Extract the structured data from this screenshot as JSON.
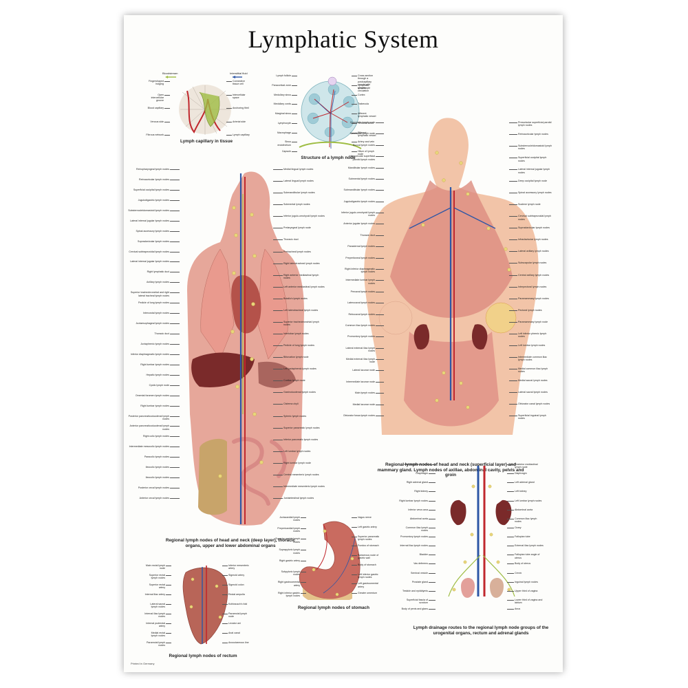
{
  "poster": {
    "title": "Lymphatic System",
    "printed": "Printed in Germany"
  },
  "colors": {
    "vein": "#2d56a6",
    "artery": "#c0272d",
    "lymph": "#9fbd44",
    "node": "#e8d67a",
    "muscle": "#d9837a",
    "skin": "#f2c4a8",
    "organ": "#7a2a2a"
  },
  "capillary": {
    "caption": "Lymph capillary in tissue",
    "legend_blood": "Bloodstream",
    "legend_tissue": "Interstitial fluid",
    "left": [
      "Fingershaped bulging",
      "Open intercellular groove",
      "Blood capillary",
      "Venous side",
      "Fibrous network"
    ],
    "right": [
      "Connective tissue cell",
      "Intercellular space",
      "Anchoring fibril",
      "Arterial side",
      "Lymph capillary"
    ]
  },
  "node_structure": {
    "caption": "Structure of a lymph node",
    "left": [
      "Lymph follicle",
      "Paracortical zone",
      "Medullary sinus",
      "Medullary cords",
      "Marginal sinus",
      "Lymphocyte",
      "Macrophage",
      "Sinus endothelium",
      "Capsule"
    ],
    "right": [
      "Cross-section through a postcapillary venule with lymphocyte circulation",
      "Lymphatic vessels",
      "Cortex",
      "Trabecula",
      "Afferent lymphatic vessel",
      "Terminal sinus",
      "Efferent lymphatic vessel",
      "Artery and vein",
      "Hilum of lymph node"
    ]
  },
  "deep": {
    "caption": "Regional lymph nodes of head and neck (deep layer), thoracic organs, upper and lower abdominal organs",
    "left": [
      "Retropharyngeal lymph nodes",
      "Retroauricular lymph nodes",
      "Superficial occipital lymph nodes",
      "Jugulodigastric lymph nodes",
      "Substernocleidomastoid lymph nodes",
      "Lateral internal jugular lymph nodes",
      "Spinal accessory lymph nodes",
      "Supraclavicular lymph nodes",
      "Cervical subtrapezoidal lymph nodes",
      "Lateral internal jugular lymph nodes",
      "Right lymphatic duct",
      "Axillary lymph nodes",
      "Superior tracheobronchial and right lateral tracheal lymph nodes",
      "Pedicle of lung lymph nodes",
      "Intercostal lymph nodes",
      "Juxtaesophageal lymph nodes",
      "Thoracic duct",
      "Juxtaphrenic lymph nodes",
      "Inferior diaphragmatic lymph nodes",
      "Right lumbar lymph nodes",
      "Hepatic lymph nodes",
      "Cystic lymph node",
      "Omental foramen lymph nodes",
      "Right lumbar lymph nodes",
      "Posterior pancreaticoduodenal lymph nodes",
      "Anterior pancreaticoduodenal lymph nodes",
      "Right colic lymph nodes",
      "Intermediate mesocolic lymph nodes",
      "Paracolic lymph nodes",
      "Ileocolic lymph nodes",
      "Ileocolic lymph nodes",
      "Posterior cecal lymph nodes",
      "Anterior cecal lymph nodes"
    ],
    "right": [
      "Medial lingual lymph nodes",
      "Lateral lingual lymph nodes",
      "Submandibular lymph nodes",
      "Submental lymph nodes",
      "Inferior jugulo-omohyoid lymph nodes",
      "Prelaryngeal lymph node",
      "Thoracic duct",
      "Pretracheal lymph nodes",
      "Right laterotracheal lymph nodes",
      "Right anterior mediastinal lymph nodes",
      "Left anterior mediastinal lymph nodes",
      "Botallo's lymph nodes",
      "Left laterotracheal lymph nodes",
      "Superior tracheobronchial lymph nodes",
      "Interlobar lymph nodes",
      "Pedicle of lung lymph nodes",
      "Bifurcation lymph node",
      "Left juxtaphrenic lymph nodes",
      "Coeliac lymph node",
      "Gastroduodenal lymph nodes",
      "Cisterna chyli",
      "Splenic lymph nodes",
      "Superior pancreatic lymph nodes",
      "Inferior pancreatic lymph nodes",
      "Left lumbar lymph nodes",
      "Right lumbar lymph node",
      "Central mesenteric lymph nodes",
      "Intermediate mesenteric lymph nodes",
      "Juxtaintestinal lymph nodes"
    ]
  },
  "superficial": {
    "caption": "Regional lymph nodes of head and neck (superficial layer) and mammary gland. Lymph nodes of axillae, abdominal cavity, pelvis and groin",
    "left": [
      "Zygomatic lymph node",
      "Nasolabial lymph node",
      "Buccal lymph nodes",
      "Infraauricular superficial parotid lymph nodes",
      "Mandibular lymph nodes",
      "Submental lymph nodes",
      "Submandibular lymph nodes",
      "Jugulodigastric lymph nodes",
      "Inferior jugulo-omohyoid lymph nodes",
      "Anterior jugular lymph nodes",
      "Thoracic duct",
      "Parasternal lymph nodes",
      "Preperitoneal lymph nodes",
      "Right inferior diaphragmatic lymph nodes",
      "Intermediate lumbar lymph nodes",
      "Precaval lymph nodes",
      "Laterocaval lymph nodes",
      "Retrocaval lymph nodes",
      "Common iliac lymph nodes",
      "Promontory lymph nodes",
      "Lateral external iliac lymph nodes",
      "Medial external iliac lymph node",
      "Lateral lacunar node",
      "Intermediate lacunar node",
      "Main lymph nodes",
      "Medial lacunar node",
      "Obturator fossa lymph nodes"
    ],
    "right": [
      "Preauricular superficial parotid lymph nodes",
      "Retroauricular lymph nodes",
      "Substernocleidomastoid lymph nodes",
      "Superficial occipital lymph nodes",
      "Lateral internal jugular lymph nodes",
      "Deep occipital lymph node",
      "Spinal accessory lymph nodes",
      "Scalene lymph node",
      "Cervical subtrapezoidal lymph nodes",
      "Supraclavicular lymph nodes",
      "Infraclavicular lymph nodes",
      "Lateral axillary lymph nodes",
      "Subscapular lymph nodes",
      "Central axillary lymph nodes",
      "Interpectoral lymph nodes",
      "Paramammary lymph nodes",
      "Pectoral lymph nodes",
      "Paramammary lymph node",
      "Left inferior phrenic lymph nodes",
      "Left lumbar lymph nodes",
      "Intermediate common iliac lymph nodes",
      "Medial common iliac lymph nodes",
      "Medial sacral lymph nodes",
      "Lateral sacral lymph nodes",
      "Obturator canal lymph nodes",
      "Superficial inguinal lymph nodes"
    ]
  },
  "stomach": {
    "caption": "Regional lymph nodes of stomach",
    "left": [
      "Juxtacardial lymph nodes",
      "Prepericardial lymph nodes",
      "Superior gastric lymph nodes",
      "Suprapyloric lymph nodes",
      "Right gastric artery",
      "Subpyloric lymph nodes",
      "Right gastroomental artery",
      "Right inferior gastric lymph nodes"
    ],
    "right": [
      "Vagus nerve",
      "Left gastric artery",
      "Superior pancreatic lymph nodes",
      "Fundus of stomach",
      "Subserous node of gastric wall",
      "Body of stomach",
      "Left inferior gastric lymph nodes",
      "Left gastroomental artery",
      "Greater omentum"
    ]
  },
  "rectum": {
    "caption": "Regional lymph nodes of rectum",
    "left": [
      "Main rectal lymph node",
      "Superior rectal lymph nodes",
      "Superior rectal artery",
      "Internal iliac artery",
      "Lateral sacral lymph nodes",
      "Internal iliac lymph nodes",
      "Internal pudendal artery",
      "Medial rectal lymph nodes",
      "Pararectal lymph nodes"
    ],
    "right": [
      "Inferior mesenteric artery",
      "Sigmoid artery",
      "Sigmoid colon",
      "Rectal ampulla",
      "Kohlrausch's fold",
      "Pararectal lymph node",
      "Levator ani",
      "Anal canal",
      "Anocutaneous line"
    ]
  },
  "urogenital": {
    "caption": "Lymph drainage routes to the regional lymph node groups of the urogenital organs, rectum and adrenal glands",
    "left": [
      "Intercostal lymph node",
      "Diaphragm",
      "Right adrenal gland",
      "Right kidney",
      "Right lumbar lymph nodes",
      "Inferior vena cava",
      "Abdominal aorta",
      "Common iliac lymph nodes",
      "Promontory lymph nodes",
      "Internal iliac lymph nodes",
      "Bladder",
      "Vas deferens",
      "Seminal vesicle",
      "Prostate gland",
      "Testicle and epididymis",
      "Superficial fascia of scrotum",
      "Body of penis and glans"
    ],
    "right": [
      "Posterior mediastinal lymph node",
      "Diaphragm",
      "Left adrenal gland",
      "Left kidney",
      "Left lumbar lymph nodes",
      "Abdominal aorta",
      "Common iliac lymph nodes",
      "Ovary",
      "Fallopian tube",
      "External iliac lymph nodes",
      "Fallopian tube angle of uterus",
      "Body of uterus",
      "Cervix",
      "Inguinal lymph nodes",
      "Upper third of vagina",
      "Lower third of vagina and labium",
      "Anus"
    ]
  }
}
